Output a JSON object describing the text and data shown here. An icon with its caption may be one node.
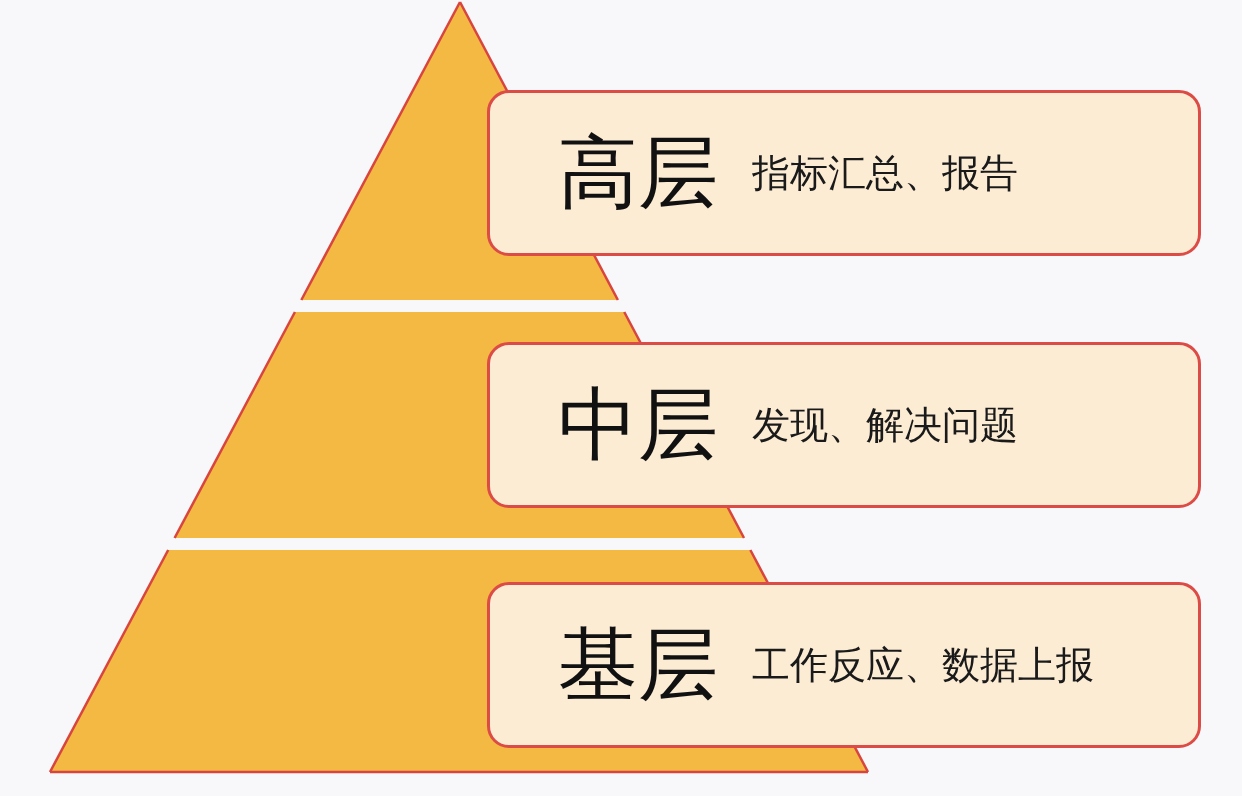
{
  "diagram": {
    "nodes": [
      {
        "text": [
          "高层",
          "指标汇总、报告"
        ]
      },
      {
        "text": [
          "中层",
          "发现、解决问题"
        ]
      },
      {
        "text": [
          "基层",
          "工作反应、数据上报"
        ]
      }
    ]
  }
}
